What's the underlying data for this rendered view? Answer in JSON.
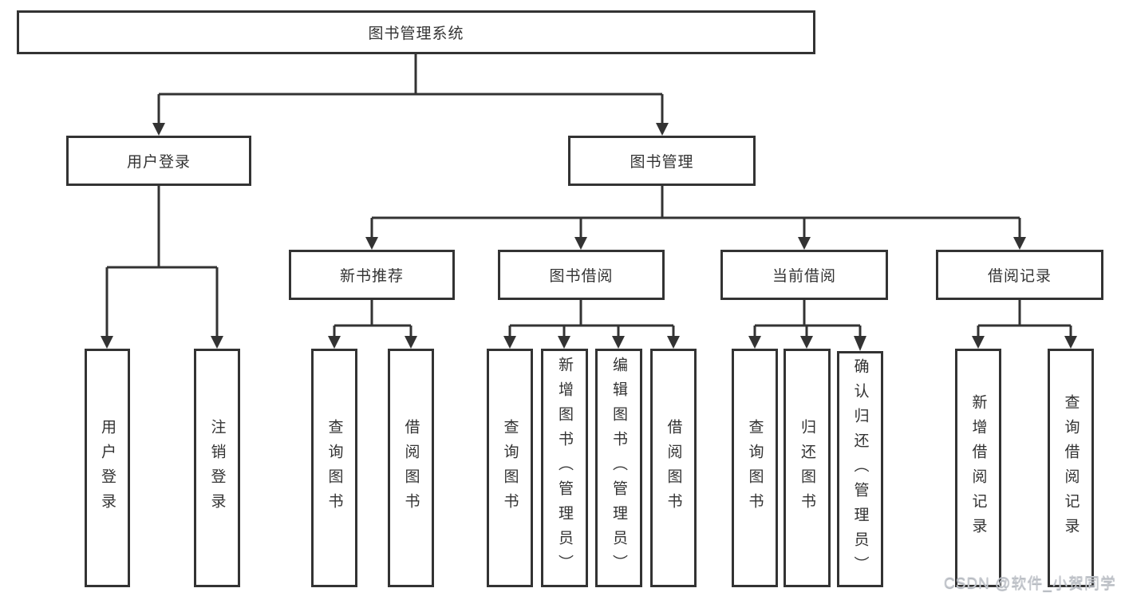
{
  "tree": {
    "label": "图书管理系统",
    "children": [
      {
        "label": "用户登录",
        "children": [
          {
            "label": "用户登录"
          },
          {
            "label": "注销登录"
          }
        ]
      },
      {
        "label": "图书管理",
        "children": [
          {
            "label": "新书推荐",
            "children": [
              {
                "label": "查询图书"
              },
              {
                "label": "借阅图书"
              }
            ]
          },
          {
            "label": "图书借阅",
            "children": [
              {
                "label": "查询图书"
              },
              {
                "label": "新增图书（管理员）"
              },
              {
                "label": "编辑图书（管理员）"
              },
              {
                "label": "借阅图书"
              }
            ]
          },
          {
            "label": "当前借阅",
            "children": [
              {
                "label": "查询图书"
              },
              {
                "label": "归还图书"
              },
              {
                "label": "确认归还（管理员）"
              }
            ]
          },
          {
            "label": "借阅记录",
            "children": [
              {
                "label": "新增借阅记录"
              },
              {
                "label": "查询借阅记录"
              }
            ]
          }
        ]
      }
    ]
  },
  "watermark": {
    "text": "CSDN @软件_小贺同学"
  },
  "colors": {
    "line": "#333333",
    "node_border": "#333333",
    "text": "#333333",
    "background": "#ffffff",
    "watermark": "#c5c8ce"
  }
}
